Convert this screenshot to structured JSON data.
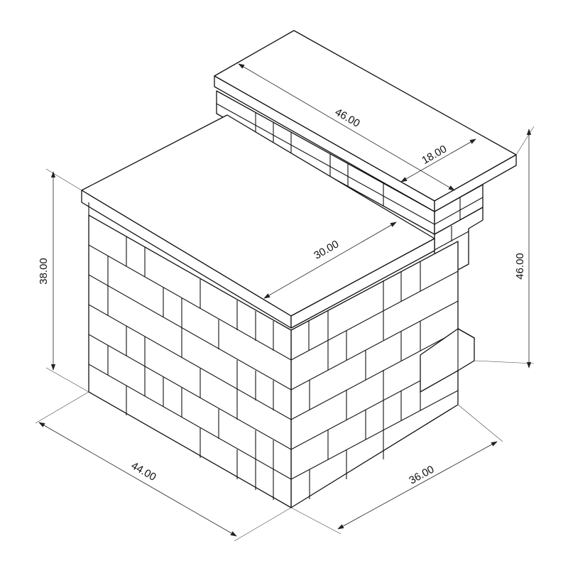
{
  "dimensions": {
    "width": "44.00",
    "depth": "36.00",
    "height": "38.00",
    "total_height": "46.00",
    "top_length": "46.00",
    "top_width": "18.00",
    "counter_depth": "30.00"
  }
}
